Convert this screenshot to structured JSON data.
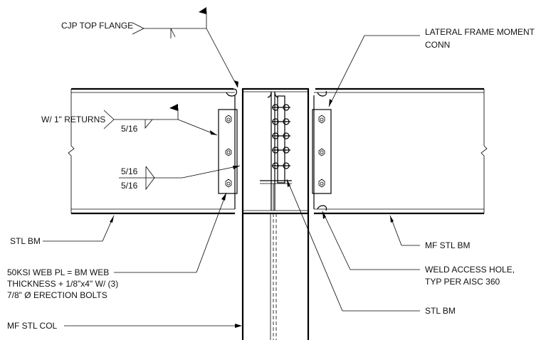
{
  "labels": {
    "cjp_top_flange": "CJP TOP FLANGE",
    "lateral_frame_l1": "LATERAL FRAME MOMENT",
    "lateral_frame_l2": "CONN",
    "returns": "W/ 1\" RETURNS",
    "weld_516_a": "5/16",
    "weld_516_b": "5/16",
    "weld_516_c": "5/16",
    "stl_bm_left": "STL BM",
    "mf_stl_bm": "MF STL BM",
    "web_pl_l1": "50KSI WEB PL = BM WEB",
    "web_pl_l2": "THICKNESS + 1/8\"x4\" W/ (3)",
    "web_pl_l3": "7/8\" Ø ERECTION BOLTS",
    "weld_access_l1": "WELD ACCESS HOLE,",
    "weld_access_l2": "TYP PER AISC 360",
    "stl_bm_bottom": "STL BM",
    "mf_stl_col": "MF STL COL"
  },
  "colors": {
    "line": "#000000",
    "background": "#ffffff"
  }
}
